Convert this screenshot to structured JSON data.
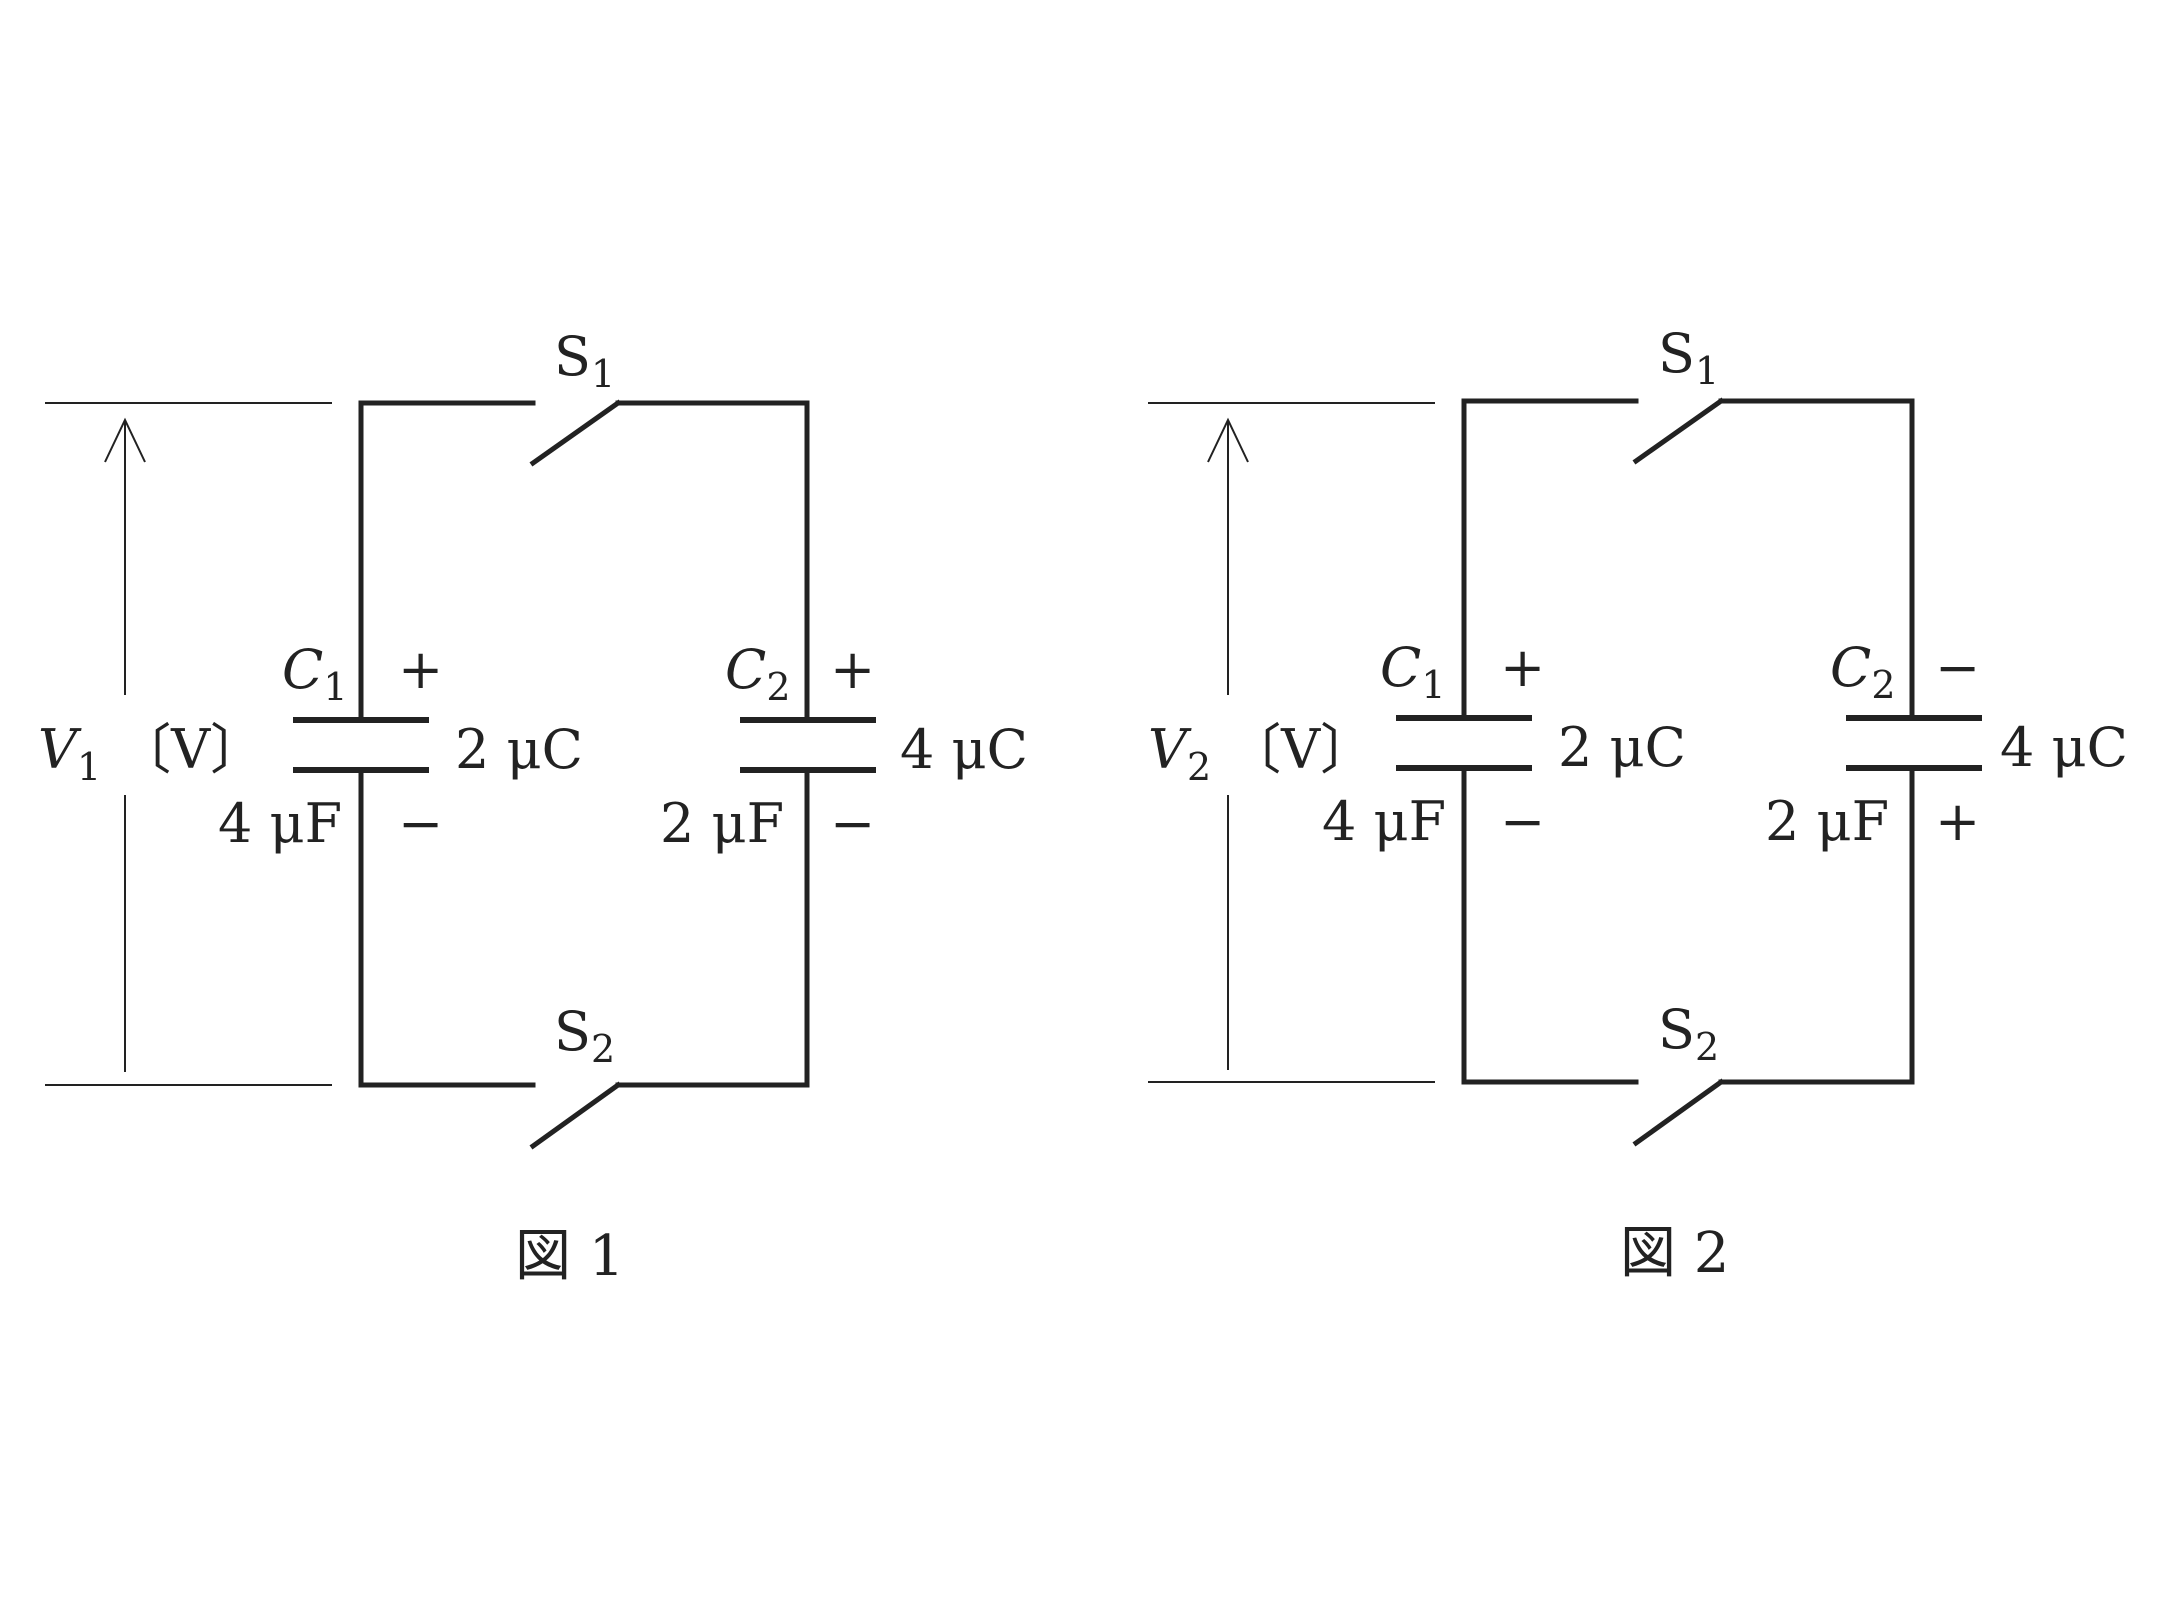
{
  "figures": [
    {
      "caption": "図 1",
      "voltage": {
        "symbol": "V",
        "subscript": "1",
        "unit": "〔V〕"
      },
      "switch_top": {
        "symbol": "S",
        "subscript": "1"
      },
      "switch_bottom": {
        "symbol": "S",
        "subscript": "2"
      },
      "capacitor_1": {
        "symbol": "C",
        "subscript": "1",
        "capacitance": "4 μF",
        "charge": "2 μC",
        "top_sign": "+",
        "bottom_sign": "−"
      },
      "capacitor_2": {
        "symbol": "C",
        "subscript": "2",
        "capacitance": "2 μF",
        "charge": "4 μC",
        "top_sign": "+",
        "bottom_sign": "−"
      }
    },
    {
      "caption": "図 2",
      "voltage": {
        "symbol": "V",
        "subscript": "2",
        "unit": "〔V〕"
      },
      "switch_top": {
        "symbol": "S",
        "subscript": "1"
      },
      "switch_bottom": {
        "symbol": "S",
        "subscript": "2"
      },
      "capacitor_1": {
        "symbol": "C",
        "subscript": "1",
        "capacitance": "4 μF",
        "charge": "2 μC",
        "top_sign": "+",
        "bottom_sign": "−"
      },
      "capacitor_2": {
        "symbol": "C",
        "subscript": "2",
        "capacitance": "2 μF",
        "charge": "4 μC",
        "top_sign": "−",
        "bottom_sign": "+"
      }
    }
  ]
}
